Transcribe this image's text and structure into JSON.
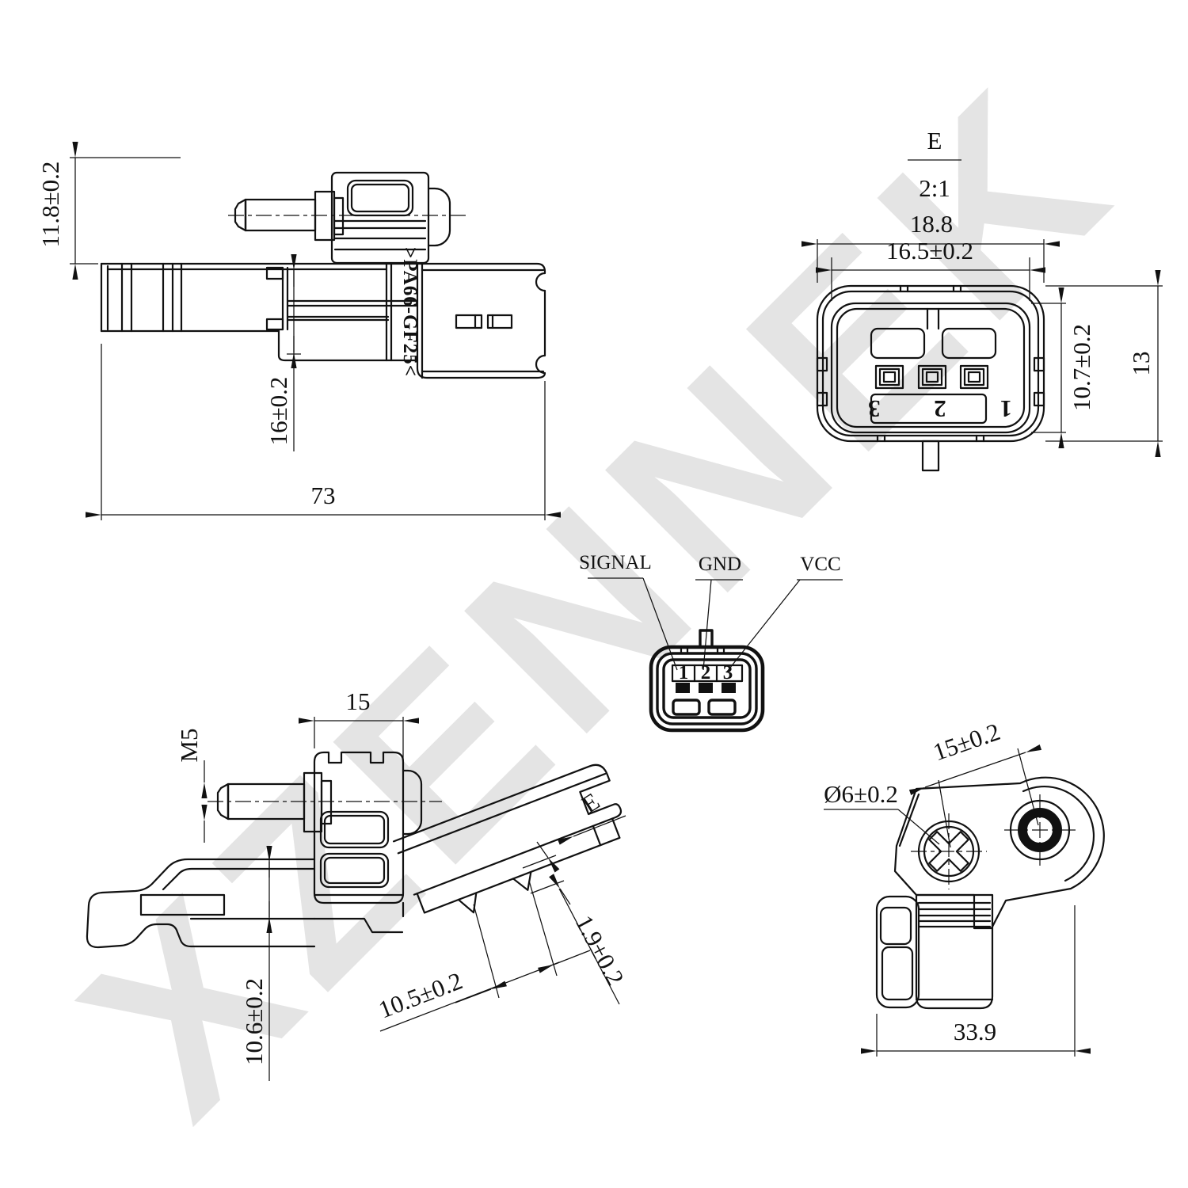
{
  "watermark": {
    "text": "XZENNEK",
    "color": "#e4e4e4"
  },
  "drawing": {
    "side_view": {
      "dim_height": "11.8±0.2",
      "dim_step": "16±0.2",
      "dim_length": "73",
      "marking": ">PA66-GF25<"
    },
    "detail_view": {
      "label": "E",
      "scale": "2:1",
      "dim_outer_width": "18.8",
      "dim_inner_width": "16.5±0.2",
      "dim_inner_height": "10.7±0.2",
      "dim_outer_height": "13",
      "pin_numbers": "1 2 3"
    },
    "pinout": {
      "pin1": "SIGNAL",
      "pin2": "GND",
      "pin3": "VCC",
      "n1": "1",
      "n2": "2",
      "n3": "3"
    },
    "iso_view": {
      "dim_width": "15",
      "thread": "M5",
      "dim_height": "10.6±0.2",
      "dim_depth": "10.5±0.2",
      "dim_lip": "1.9±0.2",
      "view_label": "E"
    },
    "top_view": {
      "dim_hole_dist": "15±0.2",
      "dim_screw": "Ø6±0.2",
      "dim_width": "33.9"
    }
  }
}
